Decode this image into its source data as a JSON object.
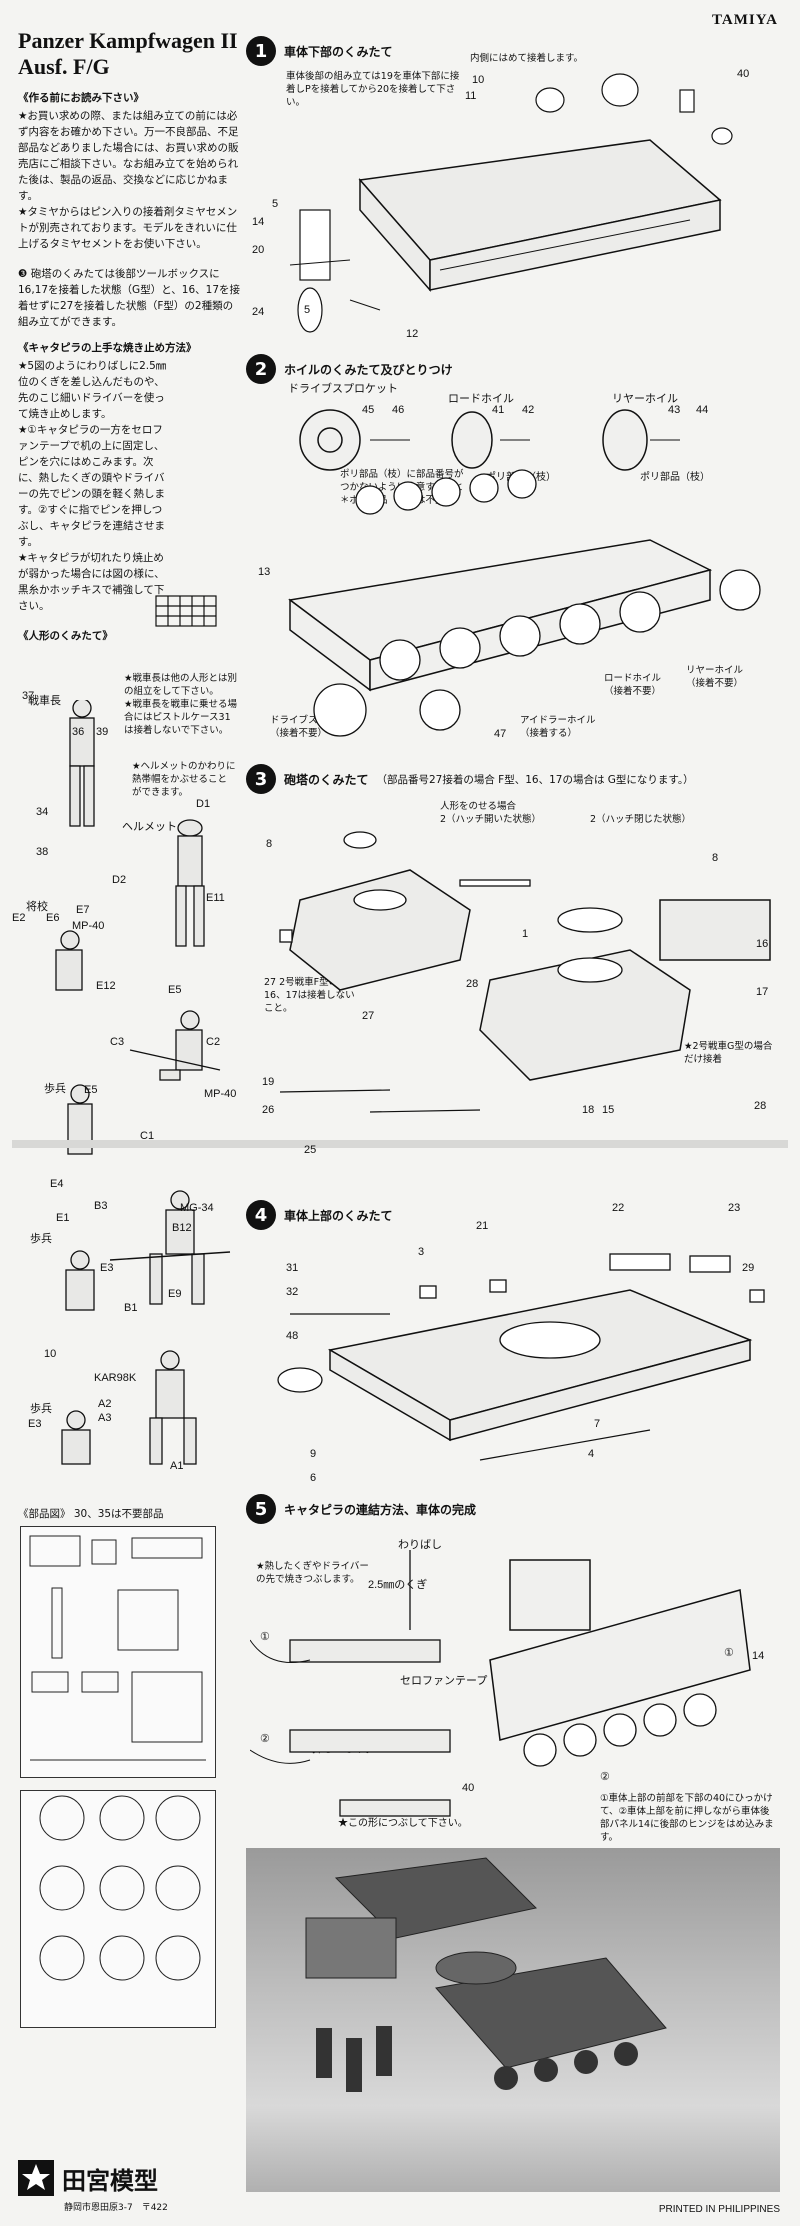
{
  "header": {
    "brand": "TAMIYA",
    "title_line1": "Panzer Kampfwagen II",
    "title_line2": "Ausf. F/G"
  },
  "intro": {
    "heading": "《作る前にお読み下さい》",
    "text": "★お買い求めの際、または組み立ての前には必ず内容をお確かめ下さい。万一不良部品、不足部品などありました場合には、お買い求めの販売店にご相談下さい。なお組み立てを始められた後は、製品の返品、交換などに応じかねます。\n★タミヤからはピン入りの接着剤タミヤセメントが別売されております。モデルをきれいに仕上げるタミヤセメントをお使い下さい。",
    "turret_note": "❸ 砲塔のくみたては後部ツールボックスに16,17を接着した状態（G型）と、16、17を接着せずに27を接着した状態（F型）の2種類の組み立てができます。",
    "track_heading": "《キャタピラの上手な焼き止め方法》",
    "track_text": "★5図のようにわりばしに2.5㎜位のくぎを差し込んだものや、先のこじ細いドライバーを使って焼き止めします。\n★①キャタピラの一方をセロファンテープで机の上に固定し、ピンを穴にはめこみます。次に、熱したくぎの頭やドライバーの先でピンの頭を軽く熱します。②すぐに指でピンを押しつぶし、キャタピラを連結させます。\n★キャタピラが切れたり焼止めが弱かった場合には図の様に、黒糸かホッチキスで補強して下さい。",
    "figures_heading": "《人形のくみたて》"
  },
  "figures": {
    "commander": "戦車長",
    "helmet": "ヘルメット",
    "officer": "将校",
    "infantry": "歩兵",
    "note1": "★戦車長は他の人形とは別の組立をして下さい。\n★戦車長を戦車に乗せる場合にはピストルケース31は接着しないで下さい。",
    "note2": "★ヘルメットのかわりに熱帯帽をかぶせることができます。",
    "labels": [
      "37",
      "36",
      "39",
      "34",
      "38",
      "D1",
      "D2",
      "E11",
      "E2",
      "E6",
      "E7",
      "MP-40",
      "E12",
      "E5",
      "C3",
      "C2",
      "E5",
      "MP-40",
      "C1",
      "E4",
      "E1",
      "B3",
      "MG-34",
      "B12",
      "E3",
      "E9",
      "B1",
      "10",
      "KAR98K",
      "A2",
      "A3",
      "E3",
      "A1"
    ]
  },
  "parts": {
    "heading": "《部品図》 30、35は不要部品"
  },
  "steps": [
    {
      "num": "1",
      "title": "車体下部のくみたて",
      "note": "車体後部の組み立ては19を車体下部に接着しPを接着してから20を接着して下さい。",
      "note2": "内側にはめて接着します。",
      "callouts": [
        "11",
        "10",
        "40",
        "5",
        "14",
        "20",
        "24",
        "5",
        "12"
      ]
    },
    {
      "num": "2",
      "title": "ホイルのくみたて及びとりつけ",
      "sub1": "ドライブスプロケット",
      "sub2": "ロードホイル",
      "sub3": "リヤーホイル",
      "note": "ポリ部品（枝）に部品番号がつかないように注意すること\n＊ポリ部品（枝）は不要",
      "poly1": "ポリ部品（枝）",
      "poly2": "ポリ部品（枝）",
      "callouts": [
        "45",
        "46",
        "41",
        "42",
        "43",
        "44",
        "13",
        "47"
      ],
      "label_road": "ロードホイル\n（接着不要）",
      "label_rear": "リヤーホイル\n（接着不要）",
      "label_drive": "ドライブスプロケット\n（接着不要）",
      "label_idler": "アイドラーホイル\n（接着する）"
    },
    {
      "num": "3",
      "title": "砲塔のくみたて",
      "title_note": "（部品番号27接着の場合 F型、16、17の場合は G型になります。）",
      "hatch_open": "人形をのせる場合\n2（ハッチ開いた状態）",
      "hatch_closed": "2（ハッチ閉じた状態）",
      "note_f": "27 2号戦車F型の場合16、17は接着しないこと。",
      "note_g": "★2号戦車G型の場合だけ接着",
      "callouts": [
        "8",
        "8",
        "1",
        "16",
        "17",
        "27",
        "28",
        "19",
        "26",
        "18",
        "15",
        "28"
      ]
    },
    {
      "num": "4",
      "title": "車体上部のくみたて",
      "callouts": [
        "25",
        "21",
        "22",
        "23",
        "3",
        "31",
        "32",
        "29",
        "48",
        "9",
        "6",
        "4",
        "7"
      ]
    },
    {
      "num": "5",
      "title": "キャタピラの連結方法、車体の完成",
      "note1": "★熱したくぎやドライバーの先で焼きつぶします。",
      "chopstick": "わりばし",
      "nail": "2.5㎜のくぎ",
      "tape": "セロファンテープ",
      "push": "押しつぶす。",
      "result": "★この形につぶして下さい。",
      "note2": "①車体上部の前部を下部の40にひっかけて、②車体上部を前に押しながら車体後部パネル14に後部のヒンジをはめ込みます。",
      "callouts": [
        "①",
        "②",
        "14",
        "40",
        "①",
        "②"
      ]
    }
  ],
  "footer": {
    "brand_jp": "田宮模型",
    "address": "静岡市恩田原3-7　〒422",
    "printed": "PRINTED IN PHILIPPINES"
  },
  "colors": {
    "ink": "#111111",
    "paper": "#f4f4f2",
    "shade": "#9a9a9a"
  }
}
